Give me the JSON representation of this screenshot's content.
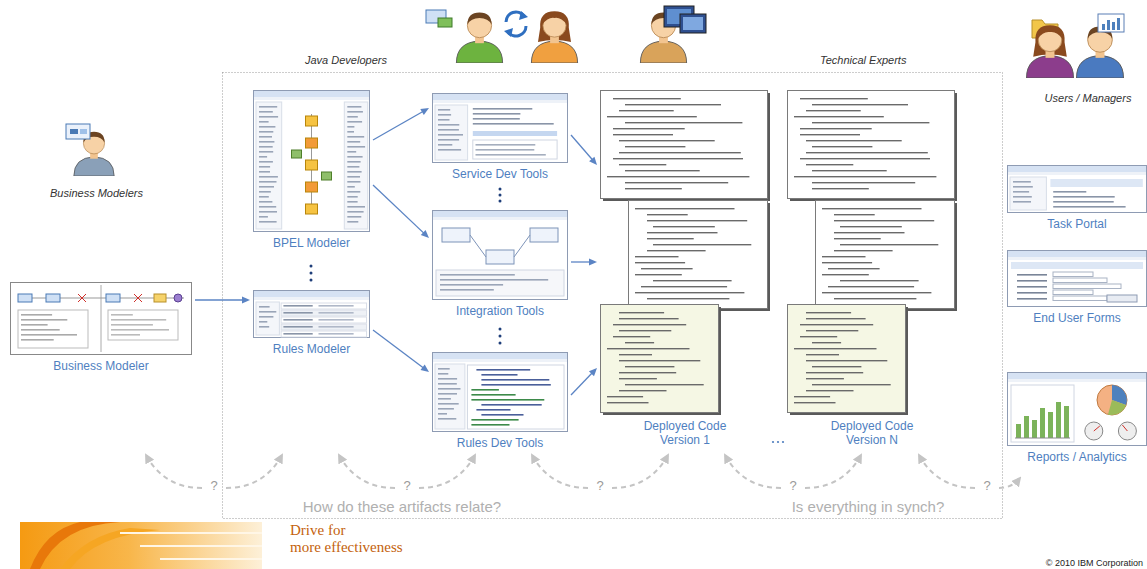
{
  "diagram": {
    "nodes": [
      {
        "text": [
          "Business Modeler"
        ]
      },
      {
        "text": [
          "BPEL Modeler"
        ]
      },
      {
        "text": [
          "Rules Modeler"
        ]
      },
      {
        "text": [
          "Service Dev Tools"
        ]
      },
      {
        "text": [
          "Integration Tools"
        ]
      },
      {
        "text": [
          "Rules Dev Tools"
        ]
      },
      {
        "text": [
          "Deployed Code Version 1"
        ]
      },
      {
        "text": [
          "Deployed Code Version N"
        ]
      },
      {
        "text": [
          "Task Portal"
        ]
      },
      {
        "text": [
          "End User Forms"
        ]
      },
      {
        "text": [
          "Reports / Analytics"
        ]
      }
    ],
    "edges": [
      {
        "from": 0,
        "to": 2,
        "arrow": "to"
      },
      {
        "from": 1,
        "to": 3,
        "arrow": "to"
      },
      {
        "from": 1,
        "to": 4,
        "arrow": "to"
      },
      {
        "from": 2,
        "to": 5,
        "arrow": "to"
      },
      {
        "from": 3,
        "to": 6,
        "arrow": "to"
      },
      {
        "from": 4,
        "to": 6,
        "arrow": "to"
      },
      {
        "from": 5,
        "to": 6,
        "arrow": "to"
      }
    ],
    "labels": [
      "Java Developers",
      "Technical Experts",
      "Business Modelers",
      "Users / Managers",
      "?",
      "?",
      "?",
      "?",
      "?",
      "How do these artifacts relate?",
      "Is everything in synch?",
      "Drive for",
      "more effectiveness",
      "© 2010 IBM Corporation"
    ]
  }
}
